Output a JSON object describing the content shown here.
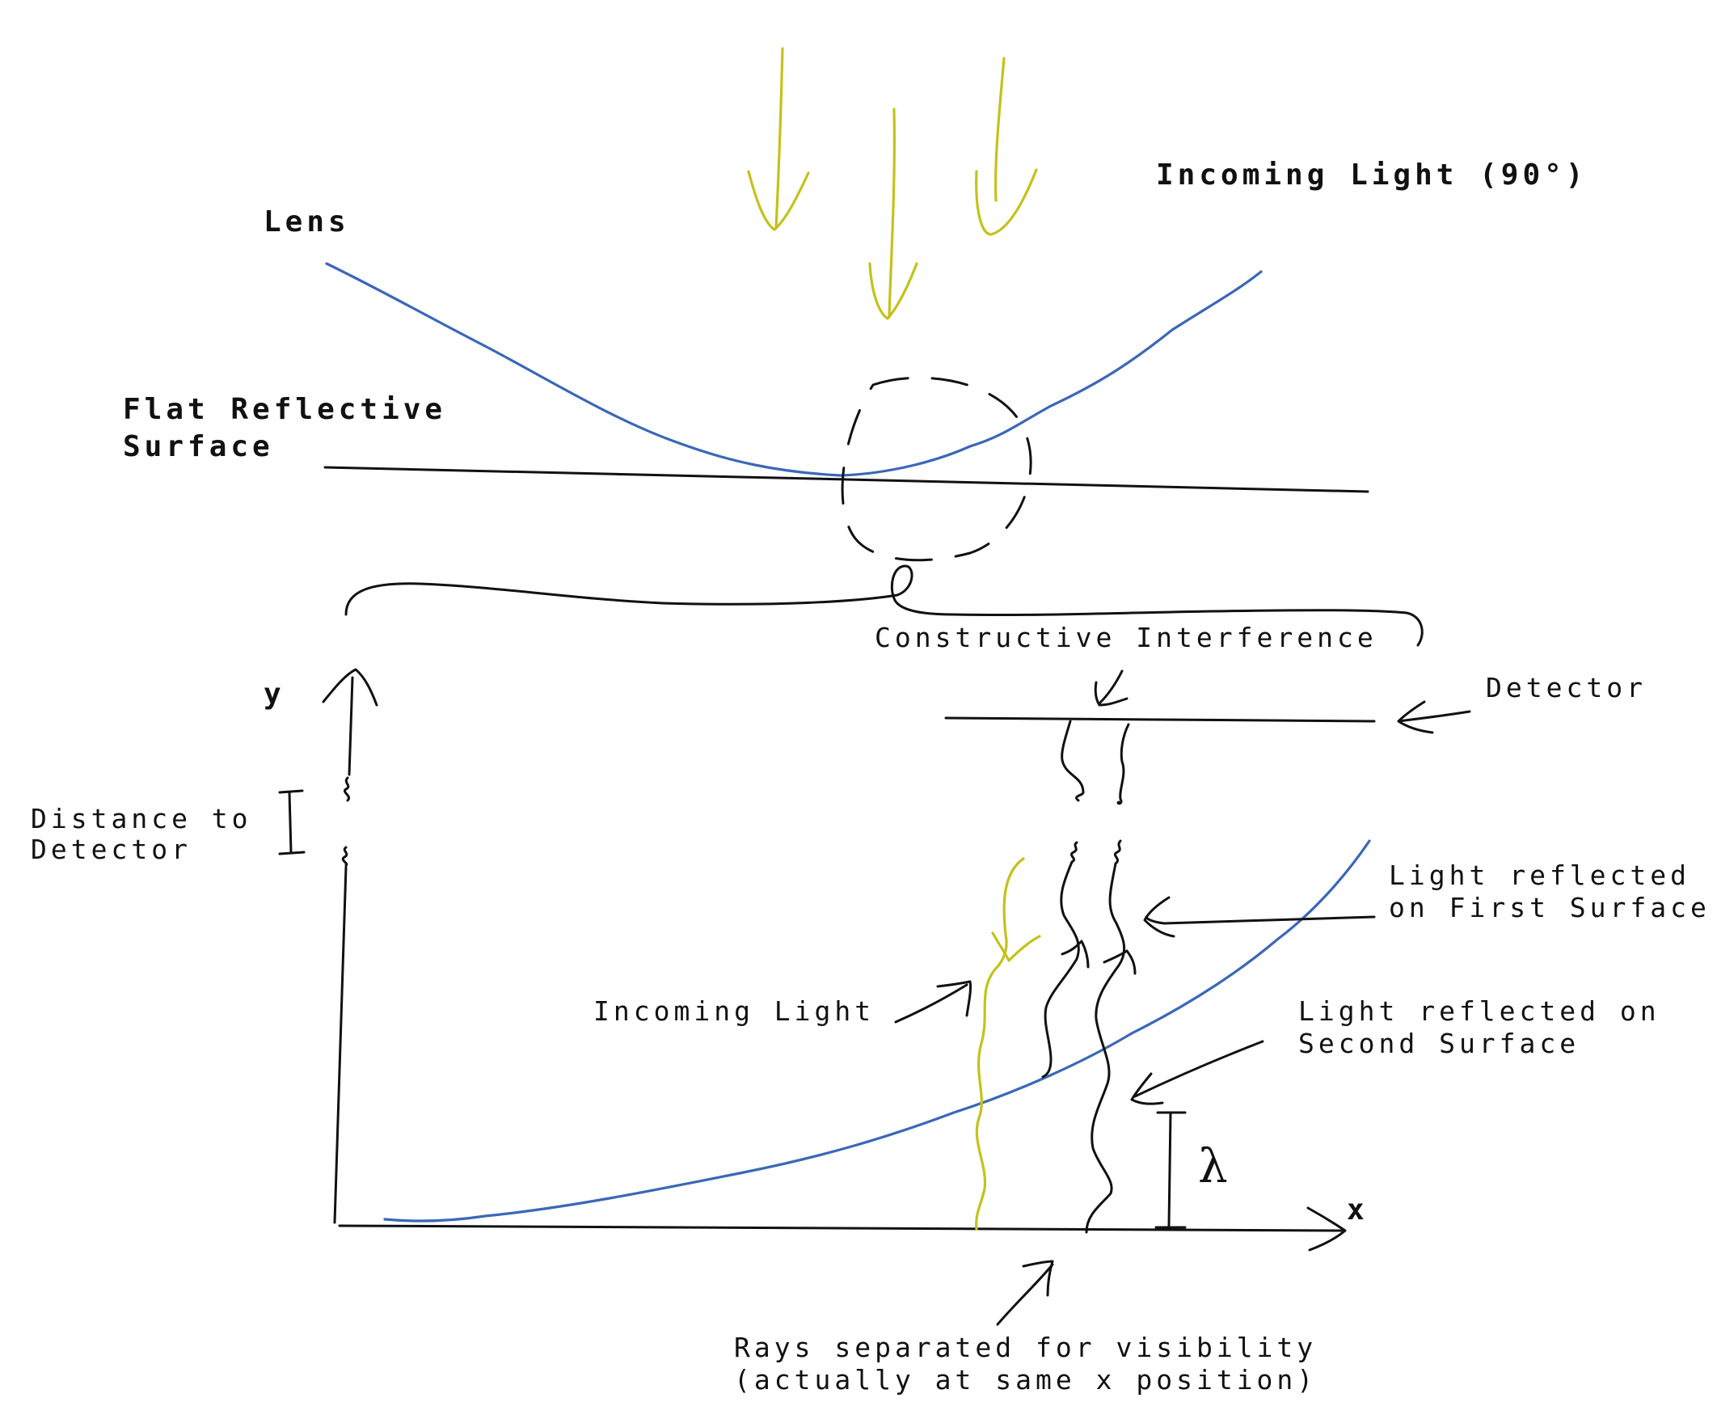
{
  "labels": {
    "incoming_light_top": "Incoming Light (90°)",
    "lens": "Lens",
    "flat_surface_line1": "Flat Reflective",
    "flat_surface_line2": "Surface",
    "constructive_interference": "Constructive Interference",
    "detector": "Detector",
    "y_axis": "y",
    "x_axis": "x",
    "distance_line1": "Distance to",
    "distance_line2": "Detector",
    "first_surface_line1": "Light reflected",
    "first_surface_line2": "on First Surface",
    "incoming_light_lower": "Incoming Light",
    "second_surface_line1": "Light reflected on",
    "second_surface_line2": "Second Surface",
    "wavelength": "λ",
    "note_line1": "Rays separated for visibility",
    "note_line2": "(actually at same x position)"
  },
  "colors": {
    "ink": "#111111",
    "lens_curve": "#3a67b8",
    "light_rays": "#c4c21a"
  }
}
